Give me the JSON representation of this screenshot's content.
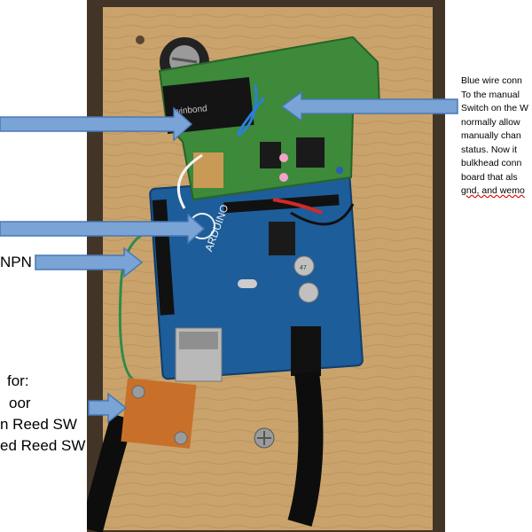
{
  "caption_right": {
    "lines": [
      "Blue wire conn",
      "To the manual",
      "Switch on the W",
      "normally allow",
      "manually chan",
      "status. Now it",
      "bulkhead conn",
      "board that als",
      "gnd, and wemo"
    ]
  },
  "left_labels": {
    "npn": "NPN",
    "for_line": "for:",
    "door_line": "oor",
    "open_reed": "n Reed SW",
    "closed_reed": "ed Reed SW"
  },
  "board_text": {
    "chip_brand": "winbond",
    "arduino_text": "ARDUINO",
    "cap_text": "47"
  },
  "colors": {
    "arrow_fill": "#7aa3d6",
    "arrow_stroke": "#4a78b5",
    "wood": "#c9a36b",
    "arduino_blue": "#1d5d99",
    "wemo_green": "#3c8a3a"
  }
}
